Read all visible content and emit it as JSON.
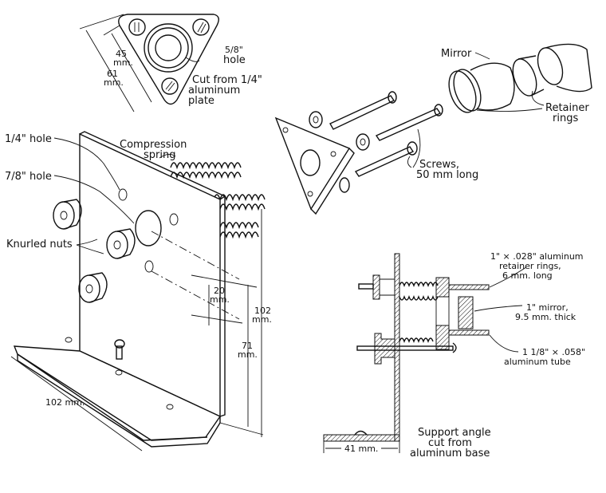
{
  "diagram": {
    "title": "Laser mirror mount assembly",
    "labels": {
      "plate_45": [
        "45",
        "mm."
      ],
      "plate_61": [
        "61",
        "mm."
      ],
      "hole_5_8": [
        "5/8\"",
        "hole"
      ],
      "plate_cut": [
        "Cut from 1/4\"",
        "aluminum",
        "plate"
      ],
      "mirror": "Mirror",
      "retainer_rings": [
        "Retainer",
        "rings"
      ],
      "hole_1_4": "1/4\" hole",
      "hole_7_8": "7/8\" hole",
      "compression_spring": [
        "Compression",
        "spring"
      ],
      "screws": [
        "Screws,",
        "50 mm long"
      ],
      "knurled_nuts": "Knurled nuts",
      "dim_20": [
        "20",
        "mm."
      ],
      "dim_102_v": [
        "102",
        "mm."
      ],
      "dim_71": [
        "71",
        "mm."
      ],
      "dim_102_h": "102 mm.",
      "retainer_spec": [
        "1\" × .028\" aluminum",
        "retainer rings,",
        "6 mm. long"
      ],
      "mirror_spec": [
        "1\" mirror,",
        "9.5 mm. thick"
      ],
      "tube_spec": [
        "1 1/8\" × .058\"",
        "aluminum tube"
      ],
      "dim_41": "41 mm.",
      "support_angle": [
        "Support angle",
        "cut from",
        "aluminum base"
      ]
    }
  }
}
